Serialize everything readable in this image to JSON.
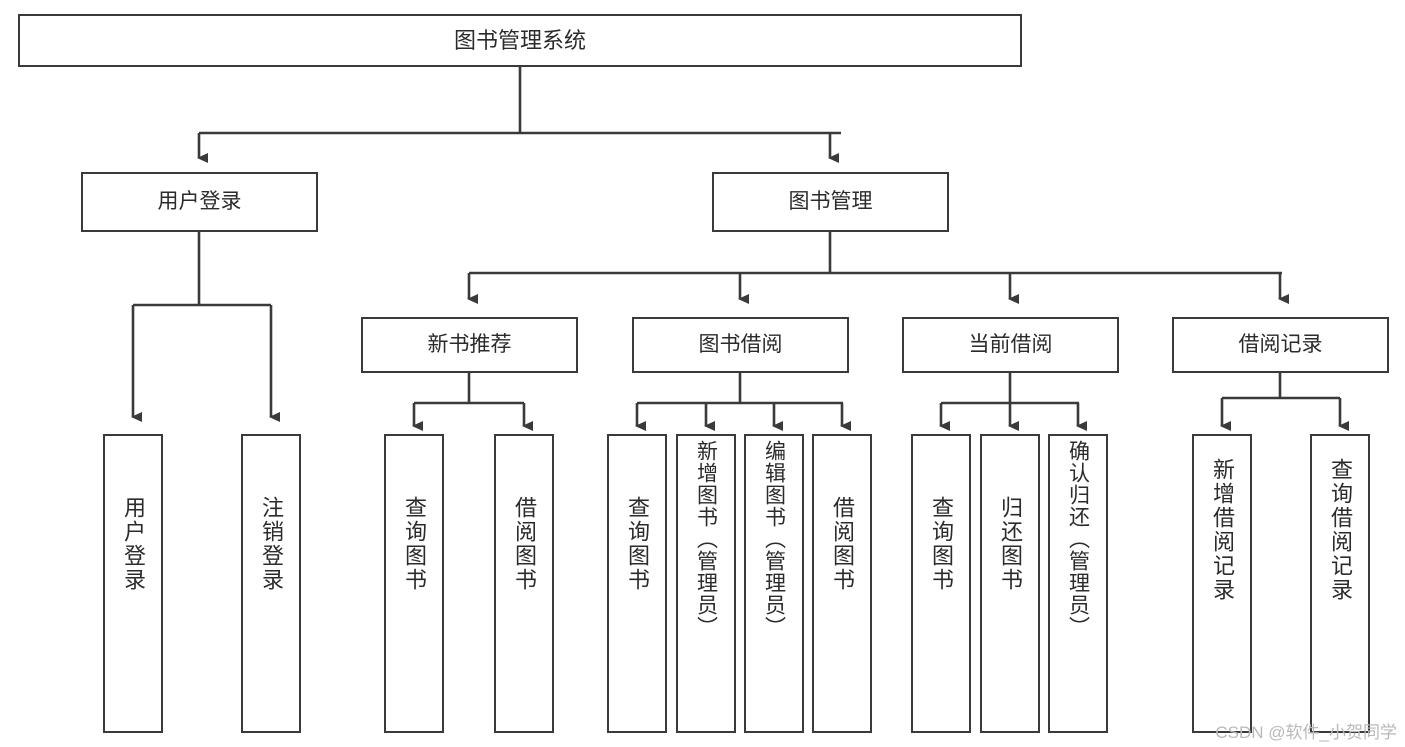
{
  "diagram": {
    "title": "图书管理系统",
    "type": "hierarchy-tree",
    "root": {
      "label": "图书管理系统"
    },
    "level2": [
      {
        "label": "用户登录"
      },
      {
        "label": "图书管理"
      }
    ],
    "level3": [
      {
        "label": "新书推荐"
      },
      {
        "label": "图书借阅"
      },
      {
        "label": "当前借阅"
      },
      {
        "label": "借阅记录"
      }
    ],
    "leaves": {
      "user_login": [
        {
          "label": "用户登录"
        },
        {
          "label": "注销登录"
        }
      ],
      "new_book_recommend": [
        {
          "label": "查询图书"
        },
        {
          "label": "借阅图书"
        }
      ],
      "book_borrow": [
        {
          "label": "查询图书"
        },
        {
          "label": "新增图书（管理员）"
        },
        {
          "label": "编辑图书（管理员）"
        },
        {
          "label": "借阅图书"
        }
      ],
      "current_borrow": [
        {
          "label": "查询图书"
        },
        {
          "label": "归还图书"
        },
        {
          "label": "确认归还（管理员）"
        }
      ],
      "borrow_record": [
        {
          "label": "新增借阅记录"
        },
        {
          "label": "查询借阅记录"
        }
      ]
    }
  },
  "watermark": {
    "text": "CSDN @软件_小贺同学"
  },
  "colors": {
    "box_border": "#3a3a3a",
    "box_fill": "#ffffff",
    "text": "#2b2b2b",
    "line": "#3a3a3a",
    "watermark": "#b9b9b9",
    "background": "#ffffff"
  }
}
